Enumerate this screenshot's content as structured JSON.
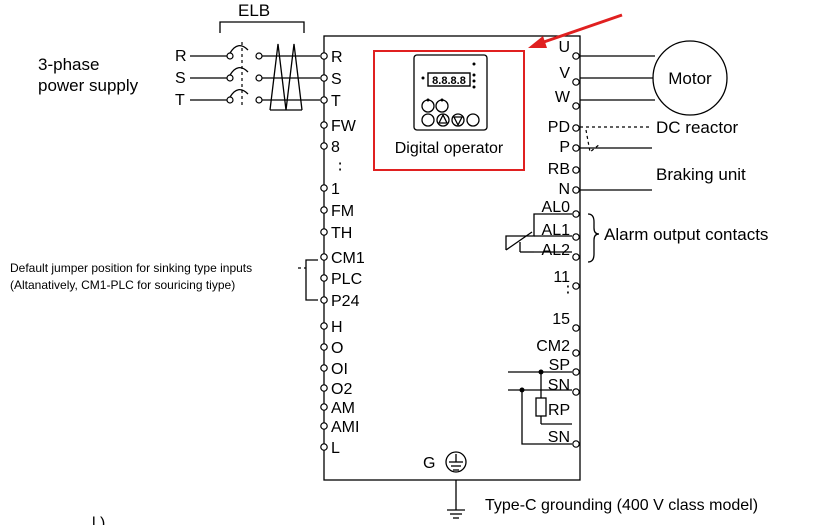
{
  "breaker": {
    "label": "ELB"
  },
  "supply": {
    "line1": "3-phase",
    "line2": "power supply",
    "phases": [
      "R",
      "S",
      "T"
    ]
  },
  "left_terminals": [
    "R",
    "S",
    "T",
    "FW",
    "8",
    "∶",
    "1",
    "FM",
    "TH",
    "CM1",
    "PLC",
    "P24",
    "H",
    "O",
    "OI",
    "O2",
    "AM",
    "AMI",
    "L"
  ],
  "right_terminals": {
    "motor": [
      "U",
      "V",
      "W"
    ],
    "dc": [
      "PD",
      "P",
      "RB",
      "N"
    ],
    "alarm": [
      "AL0",
      "AL1",
      "AL2"
    ],
    "outputs": [
      "11",
      "∶",
      "15"
    ],
    "bottom": [
      "CM2",
      "SP",
      "SN",
      "RP",
      "SN"
    ]
  },
  "operator": {
    "label": "Digital operator",
    "display": "8.8.8.8"
  },
  "labels": {
    "motor": "Motor",
    "dc_reactor": "DC reactor",
    "braking_unit": "Braking unit",
    "alarm_contacts": "Alarm output contacts",
    "jumper_line1": "Default jumper position for sinking type inputs",
    "jumper_line2": "(Altanatively, CM1-PLC for souricing tiype)",
    "ground_terminal": "G",
    "grounding": "Type-C grounding (400 V class model)",
    "cut_text": "l  )"
  },
  "colors": {
    "highlight": "#e02020",
    "ink": "#000000"
  }
}
